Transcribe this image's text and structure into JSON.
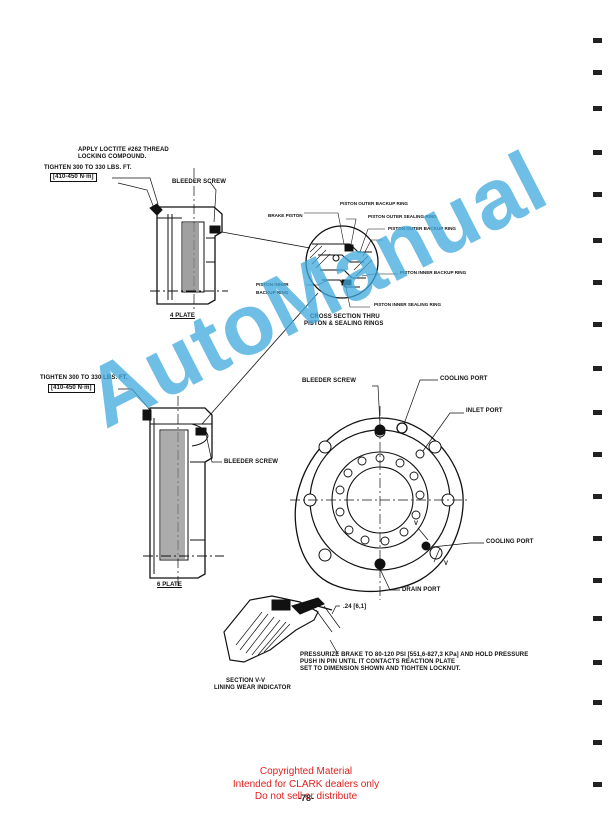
{
  "labels": {
    "loctite_line1": "APPLY LOCTITE #262 THREAD",
    "loctite_line2": "LOCKING COMPOUND.",
    "tighten_top_line1": "TIGHTEN 300 TO 330 LBS. FT.",
    "tighten_top_line2": "[410-450 N·m]",
    "bleeder_screw_top": "BLEEDER SCREW",
    "four_plate": "4 PLATE",
    "piston_outer_backup_ring": "PISTON OUTER BACKUP RING",
    "brake_piston": "BRAKE PISTON",
    "piston_outer_sealing_ring": "PISTON OUTER SEALING RING",
    "piston_outer_backup_ring_2": "PISTON OUTER BACKUP RING",
    "piston_inner_backup_ring_right": "PISTON INNER BACKUP RING",
    "piston_inner_backup_ring_left_1": "PISTON INNER",
    "piston_inner_backup_ring_left_2": "BACKUP RING",
    "piston_inner_sealing_ring": "PISTON INNER SEALING RING",
    "cross_section_line1": "CROSS SECTION THRU",
    "cross_section_line2": "PISTON & SEALING RINGS",
    "tighten_mid_line1": "TIGHTEN 300 TO 330 LBS. FT.",
    "tighten_mid_line2": "[410-450 N·m]",
    "bleeder_screw_right": "BLEEDER SCREW",
    "cooling_port_top": "COOLING PORT",
    "inlet_port": "INLET PORT",
    "bleeder_screw_mid": "BLEEDER SCREW",
    "cooling_port_bottom": "COOLING PORT",
    "drain_port": "DRAIN PORT",
    "six_plate": "6 PLATE",
    "v_top": "V",
    "v_bottom": "V",
    "dimension": ".24 [6,1]",
    "pressurize_line1": "PRESSURIZE BRAKE TO 80-120 PSI [551,6-827,3 KPa] AND HOLD PRESSURE",
    "pressurize_line2": "PUSH IN PIN UNTIL IT CONTACTS REACTION PLATE",
    "pressurize_line3": "SET TO DIMENSION SHOWN AND TIGHTEN LOCKNUT.",
    "section_line1": "SECTION V-V",
    "section_line2": "LINING WEAR INDICATOR"
  },
  "watermark": "AutoManual",
  "footer": {
    "line1": "Copyrighted Material",
    "line2": "Intended for CLARK dealers only",
    "line3": "Do not sell or distribute",
    "page_number": "-78-"
  },
  "colors": {
    "watermark": "#3fa9dd",
    "footer_text": "#e02020"
  }
}
